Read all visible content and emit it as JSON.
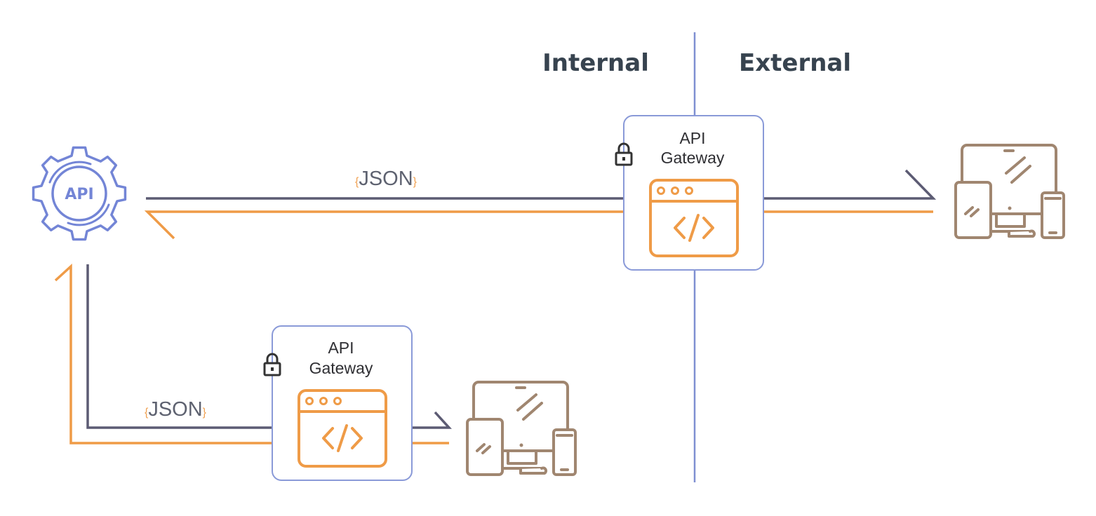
{
  "zones": {
    "internal": "Internal",
    "external": "External"
  },
  "api_service": {
    "label": "API",
    "icon": "gear-api-icon"
  },
  "gateways": [
    {
      "line1": "API",
      "line2": "Gateway",
      "icon": "code-window-icon",
      "lock_icon": "lock-icon"
    },
    {
      "line1": "API",
      "line2": "Gateway",
      "icon": "code-window-icon",
      "lock_icon": "lock-icon"
    }
  ],
  "payloads": [
    {
      "open": "{",
      "text": "JSON",
      "close": "}"
    },
    {
      "open": "{",
      "text": "JSON",
      "close": "}"
    }
  ],
  "clients": [
    {
      "icon": "devices-icon"
    },
    {
      "icon": "devices-icon"
    }
  ],
  "colors": {
    "request": "#5c5b73",
    "response": "#ef9b47",
    "boundary": "#7f8fd1",
    "api": "#7385d6",
    "gateway_border": "#8a9ad8",
    "code_window": "#ef9b47",
    "devices": "#a08670",
    "lock": "#333333",
    "zone_text": "#37434f"
  }
}
